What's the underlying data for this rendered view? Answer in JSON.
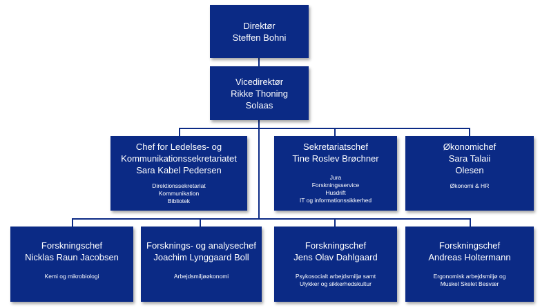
{
  "director": {
    "title": "Direktør",
    "name": "Steffen Bohni"
  },
  "vice_director": {
    "title": "Vicedirektør",
    "name_line1": "Rikke Thoning",
    "name_line2": "Solaas"
  },
  "chiefs": [
    {
      "title_line1": "Chef for Ledelses- og",
      "title_line2": "Kommunikationssekretariatet",
      "name": "Sara Kabel Pedersen",
      "details": [
        "Direktionssekretariat",
        "Kommunikation",
        "Bibliotek"
      ]
    },
    {
      "title": "Sekretariatschef",
      "name": "Tine Roslev Brøchner",
      "details": [
        "Jura",
        "Forskningsservice",
        "Husdrift",
        "IT og informationssikkerhed"
      ]
    },
    {
      "title": "Økonomichef",
      "name_line1": "Sara Talaii",
      "name_line2": "Olesen",
      "details": [
        "Økonomi & HR"
      ]
    }
  ],
  "research_chiefs": [
    {
      "title": "Forskningschef",
      "name": "Nicklas Raun Jacobsen",
      "details": [
        "Kemi og mikrobiologi"
      ]
    },
    {
      "title": "Forsknings- og analysechef",
      "name": "Joachim Lynggaard Boll",
      "details": [
        "Arbejdsmiljøøkonomi"
      ]
    },
    {
      "title": "Forskningschef",
      "name": "Jens Olav Dahlgaard",
      "details": [
        "Psykosocialt arbejdsmiljø samt",
        "Ulykker og sikkerhedskultur"
      ]
    },
    {
      "title": "Forskningschef",
      "name": "Andreas Holtermann",
      "details": [
        "Ergonomisk arbejdsmiljø og",
        "Muskel Skelet Besvær"
      ]
    }
  ],
  "colors": {
    "box_fill": "#0b2a85",
    "box_text": "#ffffff",
    "connector": "#0b2a85"
  }
}
